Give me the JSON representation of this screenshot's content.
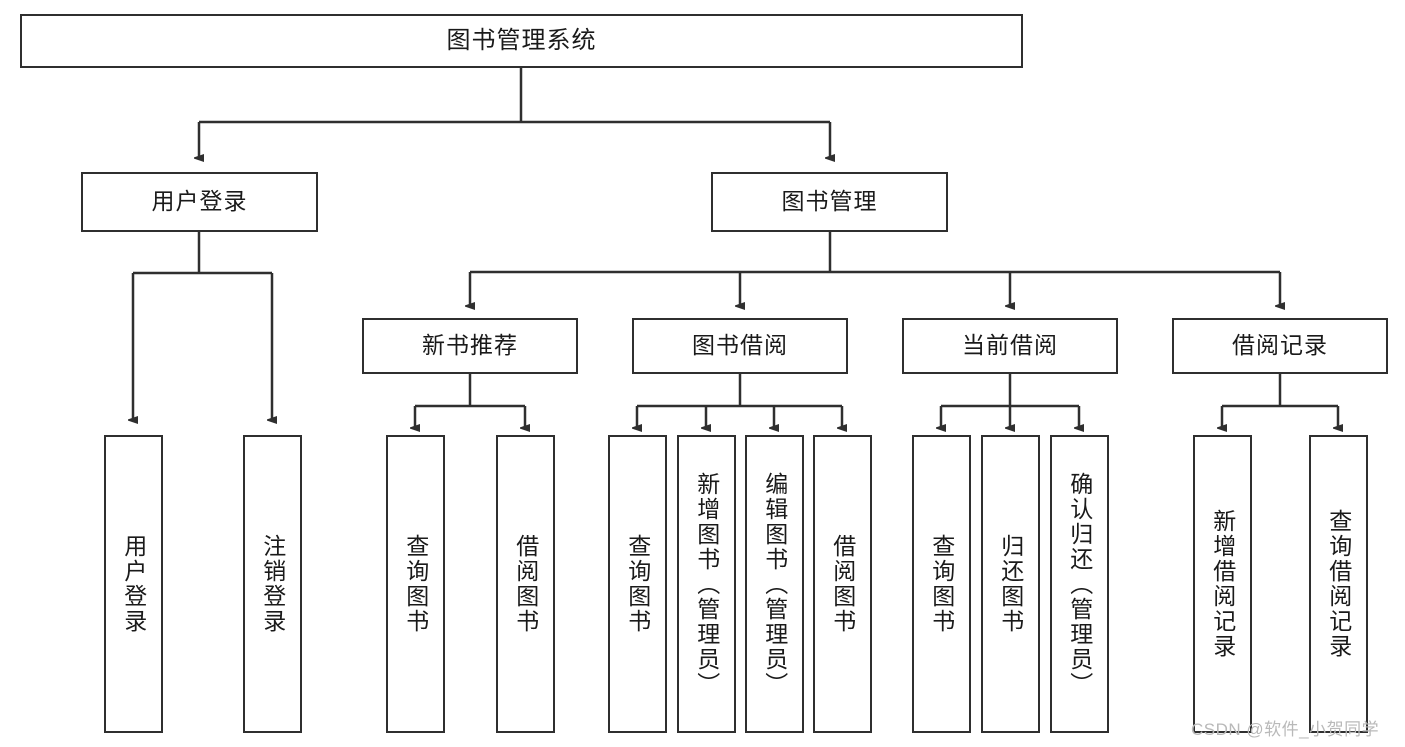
{
  "diagram": {
    "title": "图书管理系统",
    "type": "tree",
    "root": {
      "label": "图书管理系统"
    },
    "level1": [
      {
        "label": "用户登录"
      },
      {
        "label": "图书管理"
      }
    ],
    "level2": [
      {
        "label": "新书推荐"
      },
      {
        "label": "图书借阅"
      },
      {
        "label": "当前借阅"
      },
      {
        "label": "借阅记录"
      }
    ],
    "leaves": {
      "user_login": [
        {
          "label": "用户登录"
        },
        {
          "label": "注销登录"
        }
      ],
      "new_book": [
        {
          "label": "查询图书"
        },
        {
          "label": "借阅图书"
        }
      ],
      "book_borrow": [
        {
          "label": "查询图书"
        },
        {
          "label": "新增图书（管理员）"
        },
        {
          "label": "编辑图书（管理员）"
        },
        {
          "label": "借阅图书"
        }
      ],
      "current_borrow": [
        {
          "label": "查询图书"
        },
        {
          "label": "归还图书"
        },
        {
          "label": "确认归还（管理员）"
        }
      ],
      "borrow_record": [
        {
          "label": "新增借阅记录"
        },
        {
          "label": "查询借阅记录"
        }
      ]
    }
  },
  "watermark": {
    "text": "CSDN @软件_小贺同学"
  },
  "colors": {
    "stroke": "#2f2f2f",
    "background": "#ffffff",
    "text": "#1a1a1a",
    "watermark": "#b9b9b9"
  }
}
